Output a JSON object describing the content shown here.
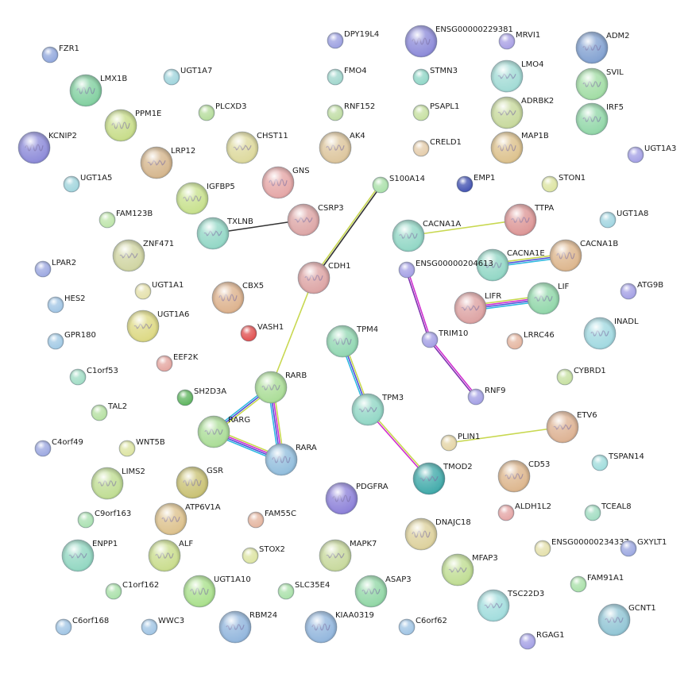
{
  "network": {
    "nodes": [
      {
        "id": "FZR1",
        "label": "FZR1",
        "color": "#8fa6dc"
      },
      {
        "id": "DPY19L4",
        "label": "DPY19L4",
        "color": "#9a9ee0"
      },
      {
        "id": "ENSG00000229381",
        "label": "ENSG00000229381",
        "color": "#8a88d8",
        "structure": true
      },
      {
        "id": "MRVI1",
        "label": "MRVI1",
        "color": "#a79ee4"
      },
      {
        "id": "ADM2",
        "label": "ADM2",
        "color": "#7f9fd0",
        "structure": true
      },
      {
        "id": "LMX1B",
        "label": "LMX1B",
        "color": "#7fcf9e",
        "structure": true
      },
      {
        "id": "UGT1A7",
        "label": "UGT1A7",
        "color": "#9fd4dc"
      },
      {
        "id": "FMO4",
        "label": "FMO4",
        "color": "#9fd6cc"
      },
      {
        "id": "STMN3",
        "label": "STMN3",
        "color": "#8fd6c6"
      },
      {
        "id": "LMO4",
        "label": "LMO4",
        "color": "#9fdad4",
        "structure": true
      },
      {
        "id": "SVIL",
        "label": "SVIL",
        "color": "#9fdca2",
        "structure": true
      },
      {
        "id": "PPM1E",
        "label": "PPM1E",
        "color": "#c6dc86",
        "structure": true
      },
      {
        "id": "PLCXD3",
        "label": "PLCXD3",
        "color": "#b4dc9a"
      },
      {
        "id": "RNF152",
        "label": "RNF152",
        "color": "#bedca2"
      },
      {
        "id": "PSAPL1",
        "label": "PSAPL1",
        "color": "#c6e0a0"
      },
      {
        "id": "ADRBK2",
        "label": "ADRBK2",
        "color": "#c6d89a",
        "structure": true
      },
      {
        "id": "IRF5",
        "label": "IRF5",
        "color": "#8fd6a6",
        "structure": true
      },
      {
        "id": "KCNIP2",
        "label": "KCNIP2",
        "color": "#8a88d8",
        "structure": true
      },
      {
        "id": "CHST11",
        "label": "CHST11",
        "color": "#dcd89a",
        "structure": true
      },
      {
        "id": "AK4",
        "label": "AK4",
        "color": "#dcc49a",
        "structure": true
      },
      {
        "id": "MAP1B",
        "label": "MAP1B",
        "color": "#dcc08a",
        "structure": true
      },
      {
        "id": "LRP12",
        "label": "LRP12",
        "color": "#d4b48a",
        "structure": true
      },
      {
        "id": "CRELD1",
        "label": "CRELD1",
        "color": "#e4ccaa"
      },
      {
        "id": "UGT1A3",
        "label": "UGT1A3",
        "color": "#a29ee4"
      },
      {
        "id": "UGT1A5",
        "label": "UGT1A5",
        "color": "#9fd4dc"
      },
      {
        "id": "IGFBP5",
        "label": "IGFBP5",
        "color": "#c6e08a",
        "structure": true
      },
      {
        "id": "GNS",
        "label": "GNS",
        "color": "#e4a4a4",
        "structure": true
      },
      {
        "id": "S100A14",
        "label": "S100A14",
        "color": "#a8e0a8"
      },
      {
        "id": "EMP1",
        "label": "EMP1",
        "color": "#3f4fb0"
      },
      {
        "id": "STON1",
        "label": "STON1",
        "color": "#dce4a0"
      },
      {
        "id": "CSRP3",
        "label": "CSRP3",
        "color": "#dca4a4",
        "structure": true
      },
      {
        "id": "TTPA",
        "label": "TTPA",
        "color": "#dc9494",
        "structure": true
      },
      {
        "id": "FAM123B",
        "label": "FAM123B",
        "color": "#bce4a8"
      },
      {
        "id": "TXLNB",
        "label": "TXLNB",
        "color": "#8fd6c4",
        "structure": true
      },
      {
        "id": "CACNA1A",
        "label": "CACNA1A",
        "color": "#8fd6c4",
        "structure": true
      },
      {
        "id": "UGT1A8",
        "label": "UGT1A8",
        "color": "#9fd4e0"
      },
      {
        "id": "ZNF471",
        "label": "ZNF471",
        "color": "#cfd4a0",
        "structure": true
      },
      {
        "id": "CACNA1E",
        "label": "CACNA1E",
        "color": "#8fd6c4",
        "structure": true
      },
      {
        "id": "CACNA1B",
        "label": "CACNA1B",
        "color": "#dcb48a",
        "structure": true
      },
      {
        "id": "LPAR2",
        "label": "LPAR2",
        "color": "#9aa6e0"
      },
      {
        "id": "CDH1",
        "label": "CDH1",
        "color": "#dca2a2",
        "structure": true
      },
      {
        "id": "ENSG00000204613",
        "label": "ENSG00000204613",
        "color": "#a29ee4"
      },
      {
        "id": "HES2",
        "label": "HES2",
        "color": "#9fc4e4"
      },
      {
        "id": "UGT1A1",
        "label": "UGT1A1",
        "color": "#e4e0aa"
      },
      {
        "id": "CBX5",
        "label": "CBX5",
        "color": "#dcb08a",
        "structure": true
      },
      {
        "id": "LIFR",
        "label": "LIFR",
        "color": "#dca0a0",
        "structure": true
      },
      {
        "id": "LIF",
        "label": "LIF",
        "color": "#8fd6a8",
        "structure": true
      },
      {
        "id": "ATG9B",
        "label": "ATG9B",
        "color": "#a29ee4"
      },
      {
        "id": "UGT1A6",
        "label": "UGT1A6",
        "color": "#dcd880",
        "structure": true
      },
      {
        "id": "VASH1",
        "label": "VASH1",
        "color": "#e04c4c"
      },
      {
        "id": "GPR180",
        "label": "GPR180",
        "color": "#9fc8e4"
      },
      {
        "id": "TRIM10",
        "label": "TRIM10",
        "color": "#a29ee4"
      },
      {
        "id": "INADL",
        "label": "INADL",
        "color": "#9fd8e0",
        "structure": true
      },
      {
        "id": "TPM4",
        "label": "TPM4",
        "color": "#8fd6b0",
        "structure": true
      },
      {
        "id": "LRRC46",
        "label": "LRRC46",
        "color": "#e4b49e"
      },
      {
        "id": "EEF2K",
        "label": "EEF2K",
        "color": "#e4a49e"
      },
      {
        "id": "C1orf53",
        "label": "C1orf53",
        "color": "#9fdcc4"
      },
      {
        "id": "CYBRD1",
        "label": "CYBRD1",
        "color": "#c6e0a0"
      },
      {
        "id": "RARB",
        "label": "RARB",
        "color": "#a8dc94",
        "structure": true
      },
      {
        "id": "SH2D3A",
        "label": "SH2D3A",
        "color": "#5cb45c"
      },
      {
        "id": "TPM3",
        "label": "TPM3",
        "color": "#8fd6c4",
        "structure": true
      },
      {
        "id": "RNF9",
        "label": "RNF9",
        "color": "#a29ee4"
      },
      {
        "id": "TAL2",
        "label": "TAL2",
        "color": "#b4e0a0"
      },
      {
        "id": "ETV6",
        "label": "ETV6",
        "color": "#dcb090",
        "structure": true
      },
      {
        "id": "RARG",
        "label": "RARG",
        "color": "#a8dc94",
        "structure": true
      },
      {
        "id": "RARA",
        "label": "RARA",
        "color": "#8fbcdc",
        "structure": true
      },
      {
        "id": "PLIN1",
        "label": "PLIN1",
        "color": "#e4d4a4"
      },
      {
        "id": "C4orf49",
        "label": "C4orf49",
        "color": "#9aa6e0"
      },
      {
        "id": "WNT5B",
        "label": "WNT5B",
        "color": "#dce4a0"
      },
      {
        "id": "TSPAN14",
        "label": "TSPAN14",
        "color": "#9fdcdc"
      },
      {
        "id": "LIMS2",
        "label": "LIMS2",
        "color": "#bedc90",
        "structure": true
      },
      {
        "id": "GSR",
        "label": "GSR",
        "color": "#c8c070",
        "structure": true
      },
      {
        "id": "TMOD2",
        "label": "TMOD2",
        "color": "#3ca8a8",
        "structure": true
      },
      {
        "id": "CD53",
        "label": "CD53",
        "color": "#dcb48a",
        "structure": true
      },
      {
        "id": "PDGFRA",
        "label": "PDGFRA",
        "color": "#8a7ed8",
        "structure": true
      },
      {
        "id": "C9orf163",
        "label": "C9orf163",
        "color": "#a8e0b0"
      },
      {
        "id": "ATP6V1A",
        "label": "ATP6V1A",
        "color": "#dcc08a",
        "structure": true
      },
      {
        "id": "FAM55C",
        "label": "FAM55C",
        "color": "#e4b49e"
      },
      {
        "id": "ALDH1L2",
        "label": "ALDH1L2",
        "color": "#e4a4a4"
      },
      {
        "id": "TCEAL8",
        "label": "TCEAL8",
        "color": "#9fdcc0"
      },
      {
        "id": "DNAJC18",
        "label": "DNAJC18",
        "color": "#dcd09a",
        "structure": true
      },
      {
        "id": "ENPP1",
        "label": "ENPP1",
        "color": "#8fd6c0",
        "structure": true
      },
      {
        "id": "ALF",
        "label": "ALF",
        "color": "#c8dc8a",
        "structure": true
      },
      {
        "id": "STOX2",
        "label": "STOX2",
        "color": "#dce4a0"
      },
      {
        "id": "MAPK7",
        "label": "MAPK7",
        "color": "#c6d89a",
        "structure": true
      },
      {
        "id": "ENSG00000234337",
        "label": "ENSG00000234337",
        "color": "#e4e0aa"
      },
      {
        "id": "GXYLT1",
        "label": "GXYLT1",
        "color": "#9aa6e0"
      },
      {
        "id": "MFAP3",
        "label": "MFAP3",
        "color": "#bedc90",
        "structure": true
      },
      {
        "id": "C1orf162",
        "label": "C1orf162",
        "color": "#a8e0a8"
      },
      {
        "id": "UGT1A10",
        "label": "UGT1A10",
        "color": "#a8e08a",
        "structure": true
      },
      {
        "id": "SLC35E4",
        "label": "SLC35E4",
        "color": "#a8e0a8"
      },
      {
        "id": "ASAP3",
        "label": "ASAP3",
        "color": "#8fd6a4",
        "structure": true
      },
      {
        "id": "FAM91A1",
        "label": "FAM91A1",
        "color": "#a8e0a8"
      },
      {
        "id": "TSC22D3",
        "label": "TSC22D3",
        "color": "#9fdcdc",
        "structure": true
      },
      {
        "id": "GCNT1",
        "label": "GCNT1",
        "color": "#8fc4d4",
        "structure": true
      },
      {
        "id": "C6orf168",
        "label": "C6orf168",
        "color": "#9fc4e4"
      },
      {
        "id": "WWC3",
        "label": "WWC3",
        "color": "#9fc4e4"
      },
      {
        "id": "RBM24",
        "label": "RBM24",
        "color": "#8fb4dc",
        "structure": true
      },
      {
        "id": "KIAA0319",
        "label": "KIAA0319",
        "color": "#8fb4dc",
        "structure": true
      },
      {
        "id": "C6orf62",
        "label": "C6orf62",
        "color": "#9fc4e4"
      },
      {
        "id": "RGAG1",
        "label": "RGAG1",
        "color": "#a29ee4"
      }
    ],
    "edges": [
      {
        "source": "TXLNB",
        "target": "CSRP3",
        "colors": [
          "#333333"
        ]
      },
      {
        "source": "S100A14",
        "target": "CDH1",
        "colors": [
          "#333333",
          "#c8d850"
        ]
      },
      {
        "source": "CDH1",
        "target": "RARB",
        "colors": [
          "#c8d850"
        ]
      },
      {
        "source": "CACNA1A",
        "target": "TTPA",
        "colors": [
          "#c8d850"
        ]
      },
      {
        "source": "CACNA1E",
        "target": "CACNA1B",
        "colors": [
          "#c8d850",
          "#5050d8",
          "#30b8e0"
        ]
      },
      {
        "source": "ENSG00000204613",
        "target": "TRIM10",
        "colors": [
          "#d030d0",
          "#7f30b0"
        ]
      },
      {
        "source": "TRIM10",
        "target": "RNF9",
        "colors": [
          "#d030d0",
          "#7f30b0"
        ]
      },
      {
        "source": "LIFR",
        "target": "LIF",
        "colors": [
          "#c8d850",
          "#d030d0",
          "#5050d8",
          "#30b8e0"
        ]
      },
      {
        "source": "TPM4",
        "target": "TPM3",
        "colors": [
          "#c8d850",
          "#5050d8",
          "#30b8e0"
        ]
      },
      {
        "source": "TPM3",
        "target": "TMOD2",
        "colors": [
          "#c8d850",
          "#d030d0"
        ]
      },
      {
        "source": "RARB",
        "target": "RARG",
        "colors": [
          "#c8d850",
          "#5050d8",
          "#30b8e0"
        ]
      },
      {
        "source": "RARB",
        "target": "RARA",
        "colors": [
          "#c8d850",
          "#d030d0",
          "#5050d8",
          "#30b8e0"
        ]
      },
      {
        "source": "RARG",
        "target": "RARA",
        "colors": [
          "#c8d850",
          "#d030d0",
          "#5050d8",
          "#30b8e0"
        ]
      },
      {
        "source": "PLIN1",
        "target": "ETV6",
        "colors": [
          "#c8d850"
        ]
      }
    ]
  }
}
